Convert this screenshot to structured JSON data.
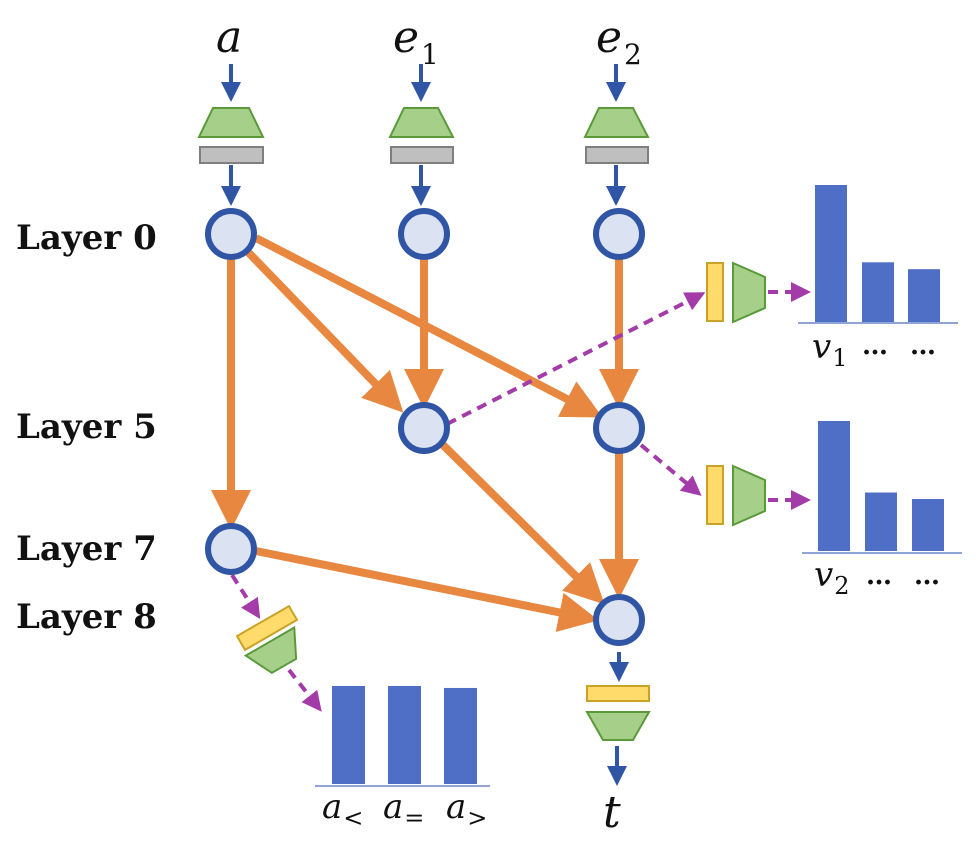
{
  "colors": {
    "node_fill": "#dbe3f3",
    "node_stroke": "#2f55a4",
    "orange_edge": "#e8873f",
    "blue_arrow": "#2f55a4",
    "dashed_edge": "#a33ba8",
    "trapezoid_fill": "#a6d08a",
    "trapezoid_stroke": "#5a9a3a",
    "gray_bar_fill": "#bfbfbf",
    "gray_bar_stroke": "#7f7f7f",
    "yellow_bar_fill": "#fedb6a",
    "yellow_bar_stroke": "#c9a227",
    "bar_fill": "#4f6fc6",
    "axis_line": "#8fa3d6"
  },
  "inputs": [
    {
      "label": "a",
      "sub": ""
    },
    {
      "label": "e",
      "sub": "1"
    },
    {
      "label": "e",
      "sub": "2"
    }
  ],
  "output": {
    "label": "t",
    "sub": ""
  },
  "layers": [
    {
      "label": "Layer 0"
    },
    {
      "label": "Layer 5"
    },
    {
      "label": "Layer 7"
    },
    {
      "label": "Layer 8"
    }
  ],
  "probe_v1": {
    "values": [
      1.0,
      0.44,
      0.39
    ],
    "ticks": [
      {
        "label": "v",
        "sub": "1"
      },
      {
        "label": "…",
        "sub": ""
      },
      {
        "label": "…",
        "sub": ""
      }
    ]
  },
  "probe_v2": {
    "values": [
      1.0,
      0.45,
      0.4
    ],
    "ticks": [
      {
        "label": "v",
        "sub": "2"
      },
      {
        "label": "…",
        "sub": ""
      },
      {
        "label": "…",
        "sub": ""
      }
    ]
  },
  "probe_a": {
    "values": [
      1.0,
      1.0,
      0.98
    ],
    "ticks": [
      {
        "label": "a",
        "sub": "<"
      },
      {
        "label": "a",
        "sub": "="
      },
      {
        "label": "a",
        "sub": ">"
      }
    ]
  }
}
